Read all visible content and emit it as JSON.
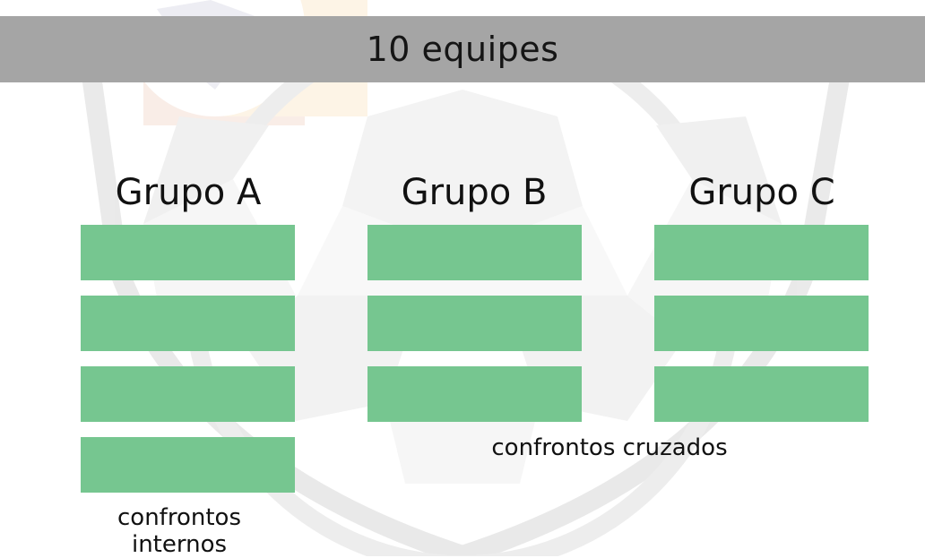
{
  "header": {
    "title": "10 equipes"
  },
  "groups": [
    {
      "name": "Grupo A",
      "team_slots": 4
    },
    {
      "name": "Grupo B",
      "team_slots": 3
    },
    {
      "name": "Grupo C",
      "team_slots": 3
    }
  ],
  "notes": {
    "internal_line1": "confrontos",
    "internal_line2": "internos",
    "cross": "confrontos cruzados"
  },
  "colors": {
    "banner": "#a5a5a5",
    "team_slot": "#76c690",
    "text": "#111111"
  }
}
